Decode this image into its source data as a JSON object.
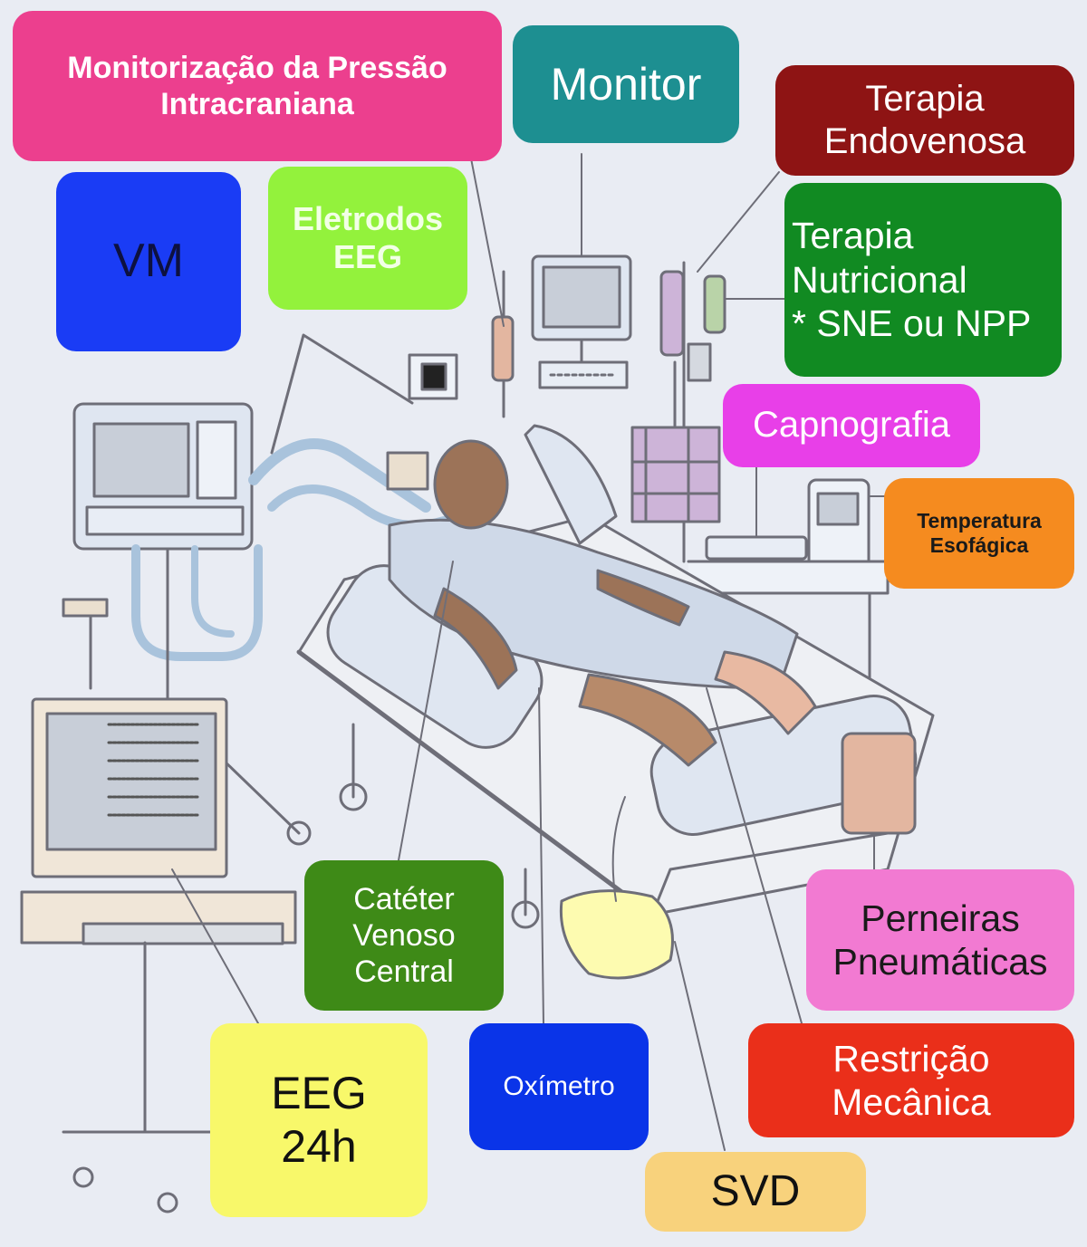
{
  "labels": {
    "pic": {
      "line1": "Monitorização da Pressão",
      "line2": "Intracraniana",
      "bg": "#ec3f8e",
      "fg": "#ffffff"
    },
    "monitor": {
      "line1": "Monitor",
      "bg": "#1d8f91",
      "fg": "#ffffff"
    },
    "terapia_ev": {
      "line1": "Terapia",
      "line2": "Endovenosa",
      "bg": "#8e1414",
      "fg": "#ffffff"
    },
    "vm": {
      "line1": "VM",
      "bg": "#1a3cf5",
      "fg": "#0d1140"
    },
    "eletrodos": {
      "line1": "Eletrodos",
      "line2": "EEG",
      "bg": "#93f23c",
      "fg": "#f2ffe6"
    },
    "terapia_nutri": {
      "line1": "Terapia",
      "line2": "Nutricional",
      "line3": "* SNE ou NPP",
      "bg": "#118a22",
      "fg": "#ffffff"
    },
    "capnografia": {
      "line1": "Capnografia",
      "bg": "#e83fe8",
      "fg": "#ffffff"
    },
    "temperatura": {
      "line1": "Temperatura",
      "line2": "Esofágica",
      "bg": "#f58b1f",
      "fg": "#1a1a1a"
    },
    "cateter": {
      "line1": "Catéter",
      "line2": "Venoso",
      "line3": "Central",
      "bg": "#3e8a17",
      "fg": "#ffffff"
    },
    "perneiras": {
      "line1": "Perneiras",
      "line2": "Pneumáticas",
      "bg": "#f27ad2",
      "fg": "#1a1a1a"
    },
    "eeg24": {
      "line1": "EEG",
      "line2": "24h",
      "bg": "#f8f86a",
      "fg": "#111111"
    },
    "oximetro": {
      "line1": "Oxímetro",
      "bg": "#0a34e8",
      "fg": "#ffffff"
    },
    "restricao": {
      "line1": "Restrição",
      "line2": "Mecânica",
      "bg": "#ea2f1a",
      "fg": "#ffffff"
    },
    "svd": {
      "line1": "SVD",
      "bg": "#f8d27c",
      "fg": "#111111"
    }
  },
  "illustration": {
    "line_color": "#6e6e78",
    "equipment_fill": "#dfe6f1",
    "screen_fill": "#c8ced8",
    "skin_color": "#9c7358",
    "gown_color": "#cfd9e8",
    "tube_color": "#a9c3dc",
    "bag_color": "#fdfbb0"
  }
}
